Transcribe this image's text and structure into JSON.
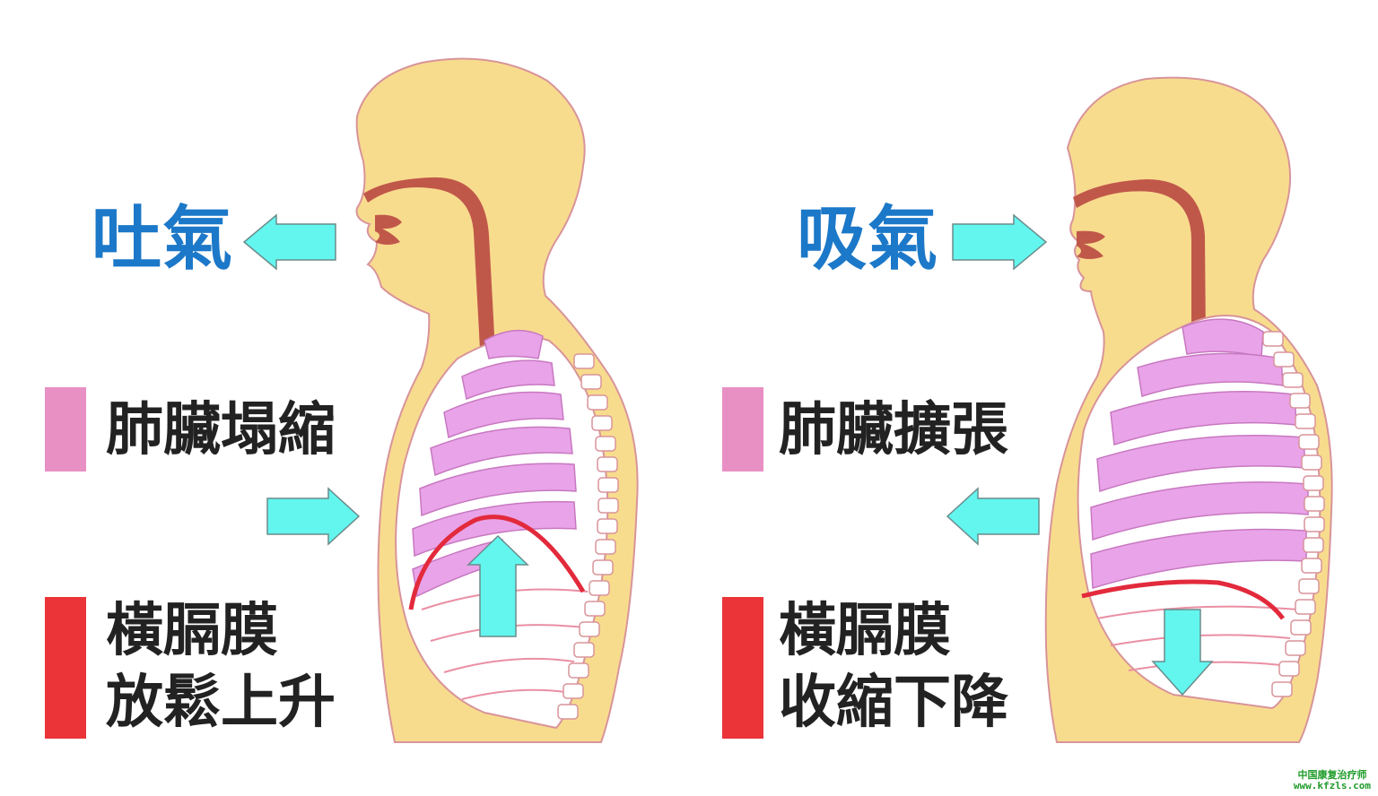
{
  "exhale_panel": {
    "breath_label": "吐氣",
    "lung_label": "肺臟塌縮",
    "diaphragm_label_1": "橫膈膜",
    "diaphragm_label_2": "放鬆上升"
  },
  "inhale_panel": {
    "breath_label": "吸氣",
    "lung_label": "肺臟擴張",
    "diaphragm_label_1": "橫膈膜",
    "diaphragm_label_2": "收縮下降"
  },
  "watermark": {
    "line1": "中国康复治疗师",
    "line2": "www.kfzls.com"
  },
  "colors": {
    "body": "#f8dc8e",
    "body_outline": "#d8949a",
    "airway": "#c0584a",
    "lung": "#e9a3e8",
    "ribs": "#ffffff",
    "diaphragm": "#e22a3c",
    "arrow": "#62f6ef",
    "breath_text": "#1c78c8",
    "lung_swatch": "#e890c4",
    "diaphragm_swatch": "#ea3437"
  }
}
